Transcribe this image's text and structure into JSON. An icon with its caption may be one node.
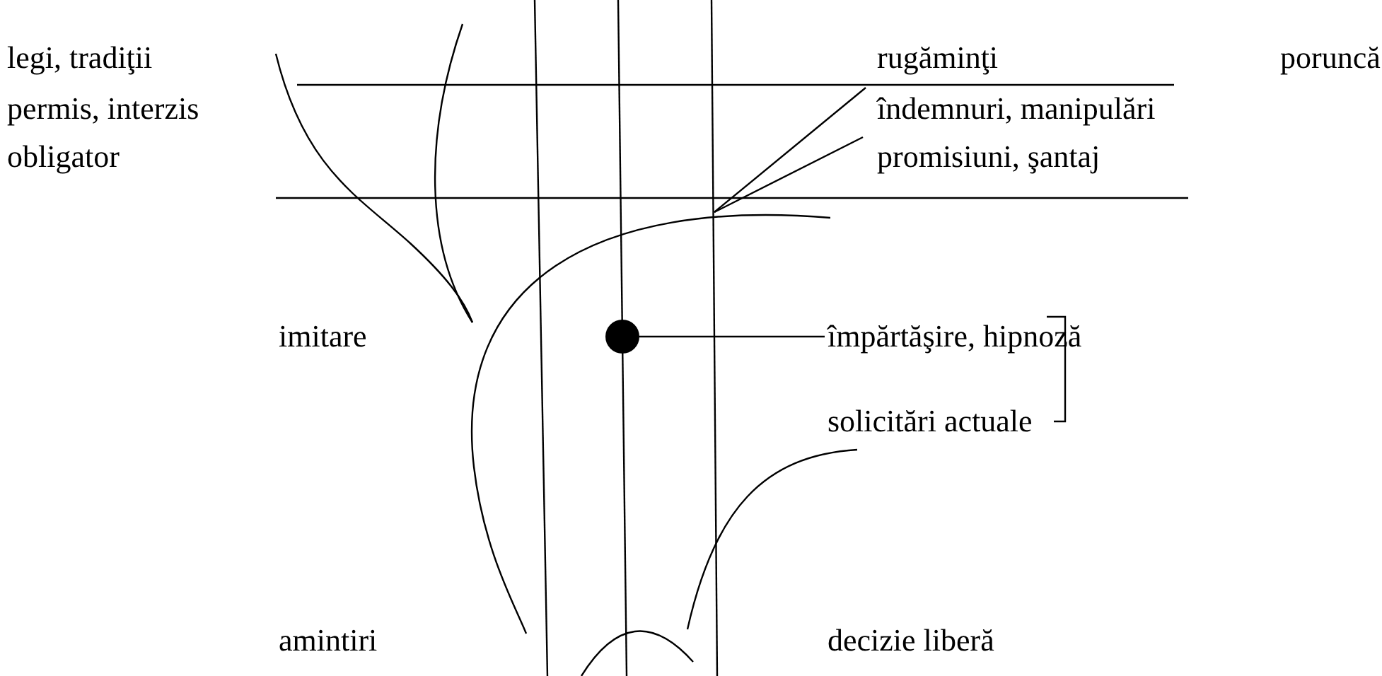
{
  "diagram": {
    "nodes": [
      {
        "text": [],
        "shape": "circle"
      },
      {
        "text": [
          "împărtăşire, hipnoză"
        ]
      }
    ],
    "edges": [
      {
        "from": 1,
        "to": 0,
        "arrow": "none"
      }
    ],
    "labels": [
      "legi, tradiţii",
      "rugăminţi",
      "poruncă",
      "permis, interzis",
      "îndemnuri, manipulări",
      "obligator",
      "promisiuni, şantaj",
      "imitare",
      "solicitări actuale",
      "amintiri",
      "decizie liberă"
    ]
  }
}
